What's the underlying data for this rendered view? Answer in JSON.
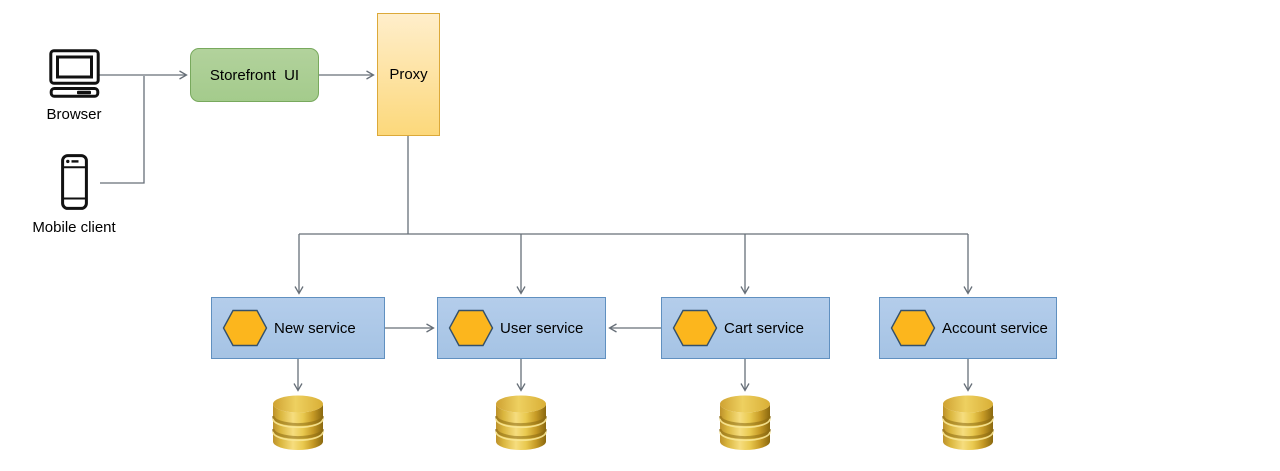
{
  "title": "Storefront microservices architecture diagram",
  "clients": [
    {
      "label": "Browser",
      "icon": "desktop-computer-icon"
    },
    {
      "label": "Mobile client",
      "icon": "smartphone-icon"
    }
  ],
  "nodes": {
    "storefront": {
      "label": "Storefront  UI"
    },
    "proxy": {
      "label": "Proxy"
    },
    "services": [
      {
        "label": "New service",
        "icon": "hexagon-icon"
      },
      {
        "label": "User service",
        "icon": "hexagon-icon"
      },
      {
        "label": "Cart service",
        "icon": "hexagon-icon"
      },
      {
        "label": "Account service",
        "icon": "hexagon-icon"
      }
    ],
    "databases": [
      {
        "icon": "database-cylinder-icon"
      },
      {
        "icon": "database-cylinder-icon"
      },
      {
        "icon": "database-cylinder-icon"
      },
      {
        "icon": "database-cylinder-icon"
      }
    ]
  },
  "edges": [
    {
      "from": "Browser",
      "to": "Storefront UI",
      "arrow": true
    },
    {
      "from": "Mobile client",
      "to": "Storefront UI",
      "arrow": true
    },
    {
      "from": "Storefront UI",
      "to": "Proxy",
      "arrow": true
    },
    {
      "from": "Proxy",
      "to": "New service",
      "arrow": true
    },
    {
      "from": "Proxy",
      "to": "User service",
      "arrow": true
    },
    {
      "from": "Proxy",
      "to": "Cart service",
      "arrow": true
    },
    {
      "from": "Proxy",
      "to": "Account service",
      "arrow": true
    },
    {
      "from": "New service",
      "to": "User service",
      "arrow": true
    },
    {
      "from": "Cart service",
      "to": "User service",
      "arrow": true
    },
    {
      "from": "New service",
      "to": "database",
      "arrow": true
    },
    {
      "from": "User service",
      "to": "database",
      "arrow": true
    },
    {
      "from": "Cart service",
      "to": "database",
      "arrow": true
    },
    {
      "from": "Account service",
      "to": "database",
      "arrow": true
    }
  ],
  "colors": {
    "storefront_fill": "#a4cb8c",
    "storefront_border": "#78a95d",
    "proxy_fill_top": "#ffeecb",
    "proxy_fill_bottom": "#fcd87b",
    "proxy_border": "#dca939",
    "service_fill": "#a5c3e4",
    "service_border": "#6090c0",
    "hexagon_fill": "#fcb61d",
    "hexagon_border": "#33506b",
    "database_gold": "#e3bc3f",
    "connector": "#676f78",
    "text": "#000000"
  }
}
